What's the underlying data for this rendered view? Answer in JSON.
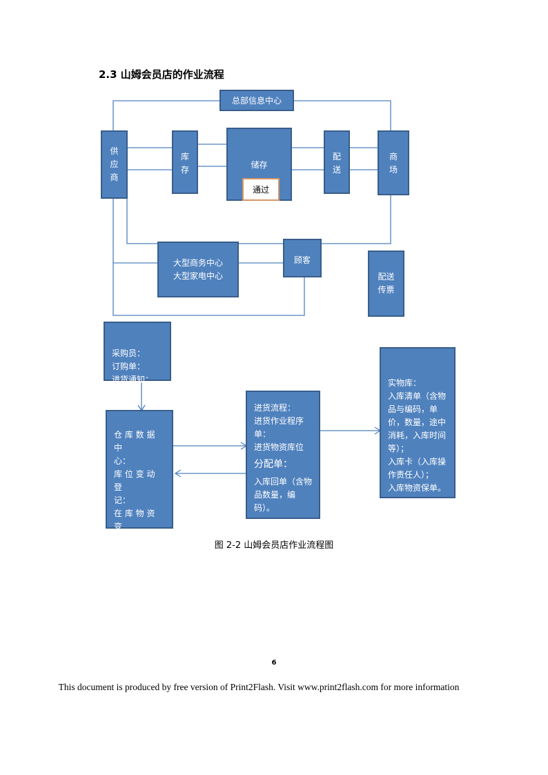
{
  "heading": "2.3 山姆会员店的作业流程",
  "diagram1": {
    "hq": "总部信息中心",
    "supplier": [
      "供",
      "应",
      "商"
    ],
    "inventory": [
      "库",
      "存"
    ],
    "storage": "储存",
    "pass_label": "通过",
    "delivery": [
      "配",
      "送"
    ],
    "market": [
      "商",
      "场"
    ],
    "business_center": "大型商务中心\n大型家电中心",
    "customer": "顾客",
    "delivery_ticket": "配送\n传票"
  },
  "diagram2": {
    "purchaser": "采购员：\n订购单：\n进货通知：",
    "warehouse_data": "仓 库 数 据 中\n心：\n库 位 变 动 登\n记：\n在 库 物 资 变\n动登记：\n在 库 物 资 占\n用资金登记：",
    "inbound_process_a": "进货流程：\n进货作业程序\n单：\n进货物资库位",
    "inbound_process_b": "分配单：",
    "inbound_process_c": "入库回单（含物\n品数量，编码）。",
    "physical_store": "实物库：\n入库清单（含物\n品与编码，单\n价，数量，途中\n消耗，入库时间\n等）；\n入库卡（入库操\n作责任人）；\n入库物资保单。"
  },
  "caption": "图 2-2  山姆会员店作业流程图",
  "page_number": "6",
  "footer": "This document is produced by free version of Print2Flash. Visit www.print2flash.com for more information",
  "colors": {
    "box_fill": "#4f81bd",
    "box_border": "#385d8a",
    "line": "#4f81bd",
    "pass_border": "#d99562"
  }
}
